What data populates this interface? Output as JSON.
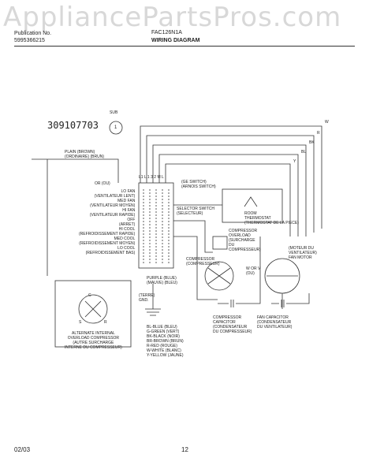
{
  "watermark": "AppliancePartsPros.com",
  "header": {
    "pub_label": "Publication No.",
    "pub_number": "5995366215",
    "model": "FAC126N1A",
    "title": "WIRING DIAGRAM"
  },
  "diagram": {
    "drawing_number": "309107703",
    "sub_label": "SUB",
    "sub_number": "1",
    "wire_codes": {
      "w": "W",
      "r": "R",
      "bk": "BK",
      "bl": "BL",
      "y": "Y"
    },
    "plug": "PLAIN (BROWN)\n(ORDINAIRE) (BRUN)",
    "ground": "OR (OU)",
    "switch_terminals": "L1 L 1 3 2 M L",
    "ge_switch": "(GE SWITCH)\n(ARNOIS SWITCH)",
    "selector_switch": "SELECTOR SWITCH\n(SELECTEUR)",
    "switch_positions": "LO FAN\n(VENTILATEUR LENT)\nMED FAN\n(VENTILATEUR MOYEN)\nHI FAN\n(VENTILATEUR RAPIDE)\nOFF\n(ARRET)\nHI COOL\n(REFROIDISSEMENT RAPIDE)\nMED COOL\n(REFROIDISSEMENT MOYEN)\nLO COOL\n(REFROIDISSEMENT BAS)",
    "thermostat": "ROOM\nTHERMOSTAT\n(THERMOSTAT DE LA PIECE)",
    "overload": "COMPRESSOR\nOVERLOAD\n(SURCHARGE\nDU\nCOMPRESSEUR)",
    "compressor": "COMPRESSOR\n(COMPRESSEUR)",
    "compressor_capacitor": "COMPRESSOR\nCAPACITOR\n(CONDENSATEUR\nDU COMPRESSEUR)",
    "fan_motor": "(MOTEUR DU\nVENTILATEUR)\nFAN MOTOR",
    "fan_capacitor": "FAN CAPACITOR\n(CONDENSATEUR\nDU VENTILATEUR)",
    "fan_wire_codes": "W OR V\n(OU)",
    "purple": "PURPLE (BLUE)\n(MAUVE) (BLEU)",
    "ground_label": "(TERRE)\nGND.",
    "color_key": "BL-BLUE (BLEU)\nG-GREEN (VERT)\nBK-BLACK (NOIR)\nBR-BROWN (BRUN)\nR-RED (ROUGE)\nW-WHITE (BLANC)\nY-YELLOW (JAUNE)",
    "alt_overload": "ALTERNATE INTERNAL\nOVERLOAD COMPRESSOR\n(AUTRE SURCHARGE\nINTERNE DU COMPRESSEUR)",
    "terminals": {
      "c": "C",
      "s": "S",
      "r": "R"
    }
  },
  "footer": {
    "date": "02/03",
    "page": "12"
  }
}
